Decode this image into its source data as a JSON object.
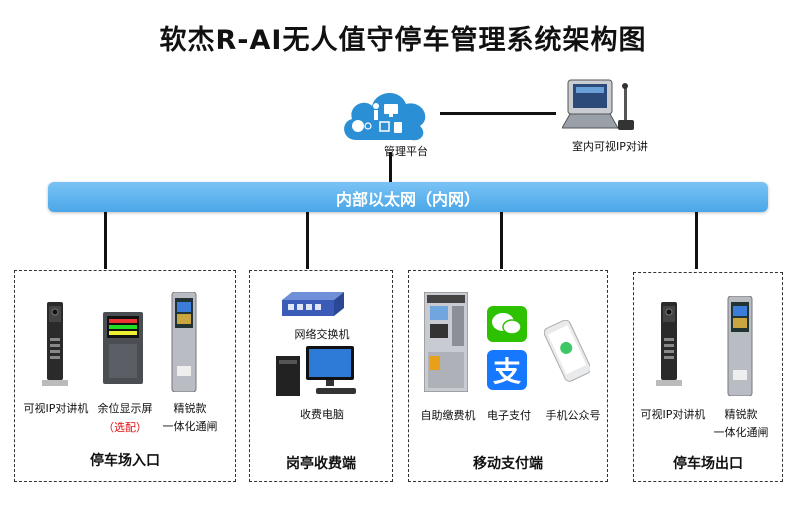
{
  "title": "软杰R-AI无人值守停车管理系统架构图",
  "cloud": {
    "label": "管理平台",
    "icon": "cloud-platform-icon"
  },
  "intercom_top": {
    "label": "室内可视IP对讲",
    "icon": "desktop-intercom-icon"
  },
  "network": {
    "label": "内部以太网（内网）"
  },
  "groups": {
    "entrance": {
      "title": "停车场入口",
      "items": [
        {
          "label": "可视IP对讲机",
          "icon": "ip-intercom-post-icon"
        },
        {
          "label": "余位显示屏",
          "note": "（选配）",
          "icon": "remaining-space-display-icon"
        },
        {
          "label": "精锐款",
          "label2": "一体化通闸",
          "icon": "integrated-gate-icon"
        }
      ]
    },
    "booth": {
      "title": "岗亭收费端",
      "items": [
        {
          "label": "网络交换机",
          "icon": "network-switch-icon"
        },
        {
          "label": "收费电脑",
          "icon": "computer-icon"
        }
      ]
    },
    "mobile": {
      "title": "移动支付端",
      "items": [
        {
          "label": "自助缴费机",
          "icon": "self-payment-kiosk-icon"
        },
        {
          "label": "电子支付",
          "icon": "wechat-alipay-icon"
        },
        {
          "label": "手机公众号",
          "icon": "mobile-phone-icon"
        }
      ]
    },
    "exit": {
      "title": "停车场出口",
      "items": [
        {
          "label": "可视IP对讲机",
          "icon": "ip-intercom-post-icon"
        },
        {
          "label": "精锐款",
          "label2": "一体化通闸",
          "icon": "integrated-gate-icon"
        }
      ]
    }
  },
  "colors": {
    "network_bar": "#4aa6e8",
    "cloud": "#2b8fd6",
    "wechat": "#2dc100",
    "alipay": "#1677ff",
    "note": "#dd1111"
  }
}
